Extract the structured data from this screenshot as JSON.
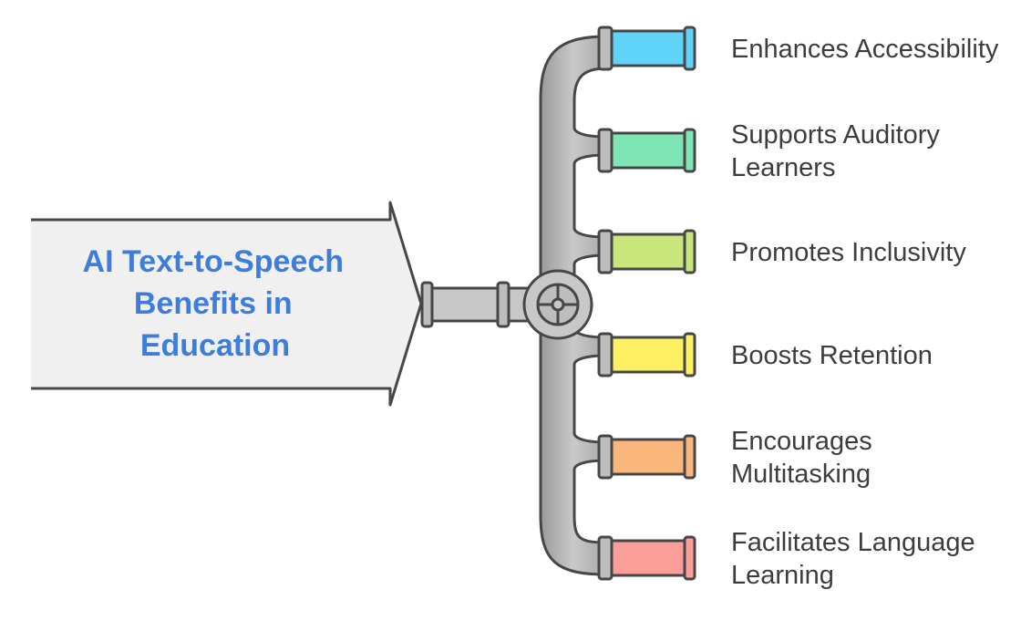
{
  "title_lines": [
    "AI Text-to-Speech",
    "Benefits in",
    "Education"
  ],
  "benefits": [
    {
      "lines": [
        "Enhances Accessibility"
      ],
      "color": "#60d4f8"
    },
    {
      "lines": [
        "Supports Auditory",
        "Learners"
      ],
      "color": "#7fe5b4"
    },
    {
      "lines": [
        "Promotes Inclusivity"
      ],
      "color": "#c8e67c"
    },
    {
      "lines": [
        "Boosts Retention"
      ],
      "color": "#fdf063"
    },
    {
      "lines": [
        "Encourages",
        "Multitasking"
      ],
      "color": "#fbb77b"
    },
    {
      "lines": [
        "Facilitates Language",
        "Learning"
      ],
      "color": "#fb9e99"
    }
  ],
  "colors": {
    "title_text": "#3f7ddb",
    "arrow_fill": "#f0f0f0",
    "pipe": "#c8c8c8",
    "pipe_stroke": "#474747",
    "label_text": "#3d3d3d"
  }
}
